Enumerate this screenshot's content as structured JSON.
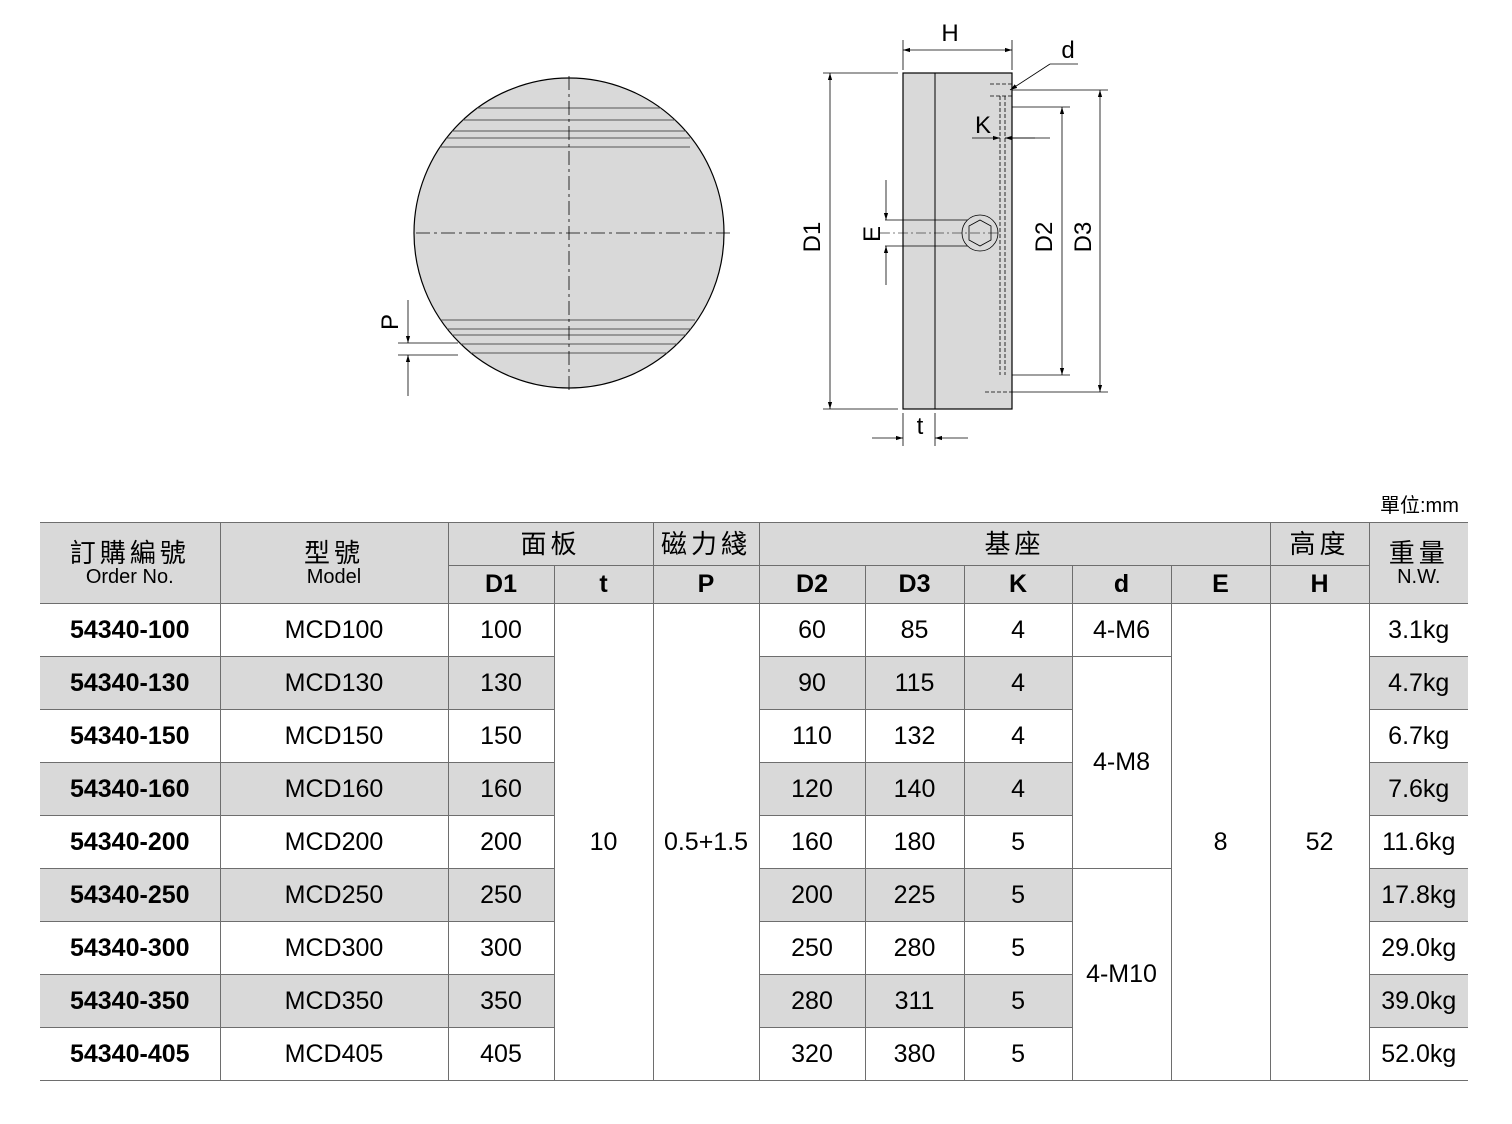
{
  "drawing": {
    "labels": {
      "P": "P",
      "H": "H",
      "d": "d",
      "K": "K",
      "D1": "D1",
      "E": "E",
      "D2": "D2",
      "D3": "D3",
      "t": "t"
    },
    "colors": {
      "face": "#d9d9d9",
      "line": "#000000"
    }
  },
  "unit": "單位:mm",
  "table": {
    "headers": {
      "order_cn": "訂購編號",
      "order_en": "Order No.",
      "model_cn": "型號",
      "model_en": "Model",
      "panel_cn": "面板",
      "pole_cn": "磁力綫",
      "base_cn": "基座",
      "height_cn": "高度",
      "weight_cn": "重量",
      "weight_en": "N.W.",
      "D1": "D1",
      "t": "t",
      "P": "P",
      "D2": "D2",
      "D3": "D3",
      "K": "K",
      "d": "d",
      "E": "E",
      "H": "H"
    },
    "rows": [
      {
        "order": "54340-100",
        "model": "MCD100",
        "D1": "100",
        "D2": "60",
        "D3": "85",
        "K": "4",
        "weight": "3.1kg"
      },
      {
        "order": "54340-130",
        "model": "MCD130",
        "D1": "130",
        "D2": "90",
        "D3": "115",
        "K": "4",
        "weight": "4.7kg"
      },
      {
        "order": "54340-150",
        "model": "MCD150",
        "D1": "150",
        "D2": "110",
        "D3": "132",
        "K": "4",
        "weight": "6.7kg"
      },
      {
        "order": "54340-160",
        "model": "MCD160",
        "D1": "160",
        "D2": "120",
        "D3": "140",
        "K": "4",
        "weight": "7.6kg"
      },
      {
        "order": "54340-200",
        "model": "MCD200",
        "D1": "200",
        "D2": "160",
        "D3": "180",
        "K": "5",
        "weight": "11.6kg"
      },
      {
        "order": "54340-250",
        "model": "MCD250",
        "D1": "250",
        "D2": "200",
        "D3": "225",
        "K": "5",
        "weight": "17.8kg"
      },
      {
        "order": "54340-300",
        "model": "MCD300",
        "D1": "300",
        "D2": "250",
        "D3": "280",
        "K": "5",
        "weight": "29.0kg"
      },
      {
        "order": "54340-350",
        "model": "MCD350",
        "D1": "350",
        "D2": "280",
        "D3": "311",
        "K": "5",
        "weight": "39.0kg"
      },
      {
        "order": "54340-405",
        "model": "MCD405",
        "D1": "405",
        "D2": "320",
        "D3": "380",
        "K": "5",
        "weight": "52.0kg"
      }
    ],
    "merged": {
      "t": "10",
      "P": "0.5+1.5",
      "E": "8",
      "H": "52",
      "d_group1": "4-M6",
      "d_group2": "4-M8",
      "d_group3": "4-M10"
    }
  }
}
